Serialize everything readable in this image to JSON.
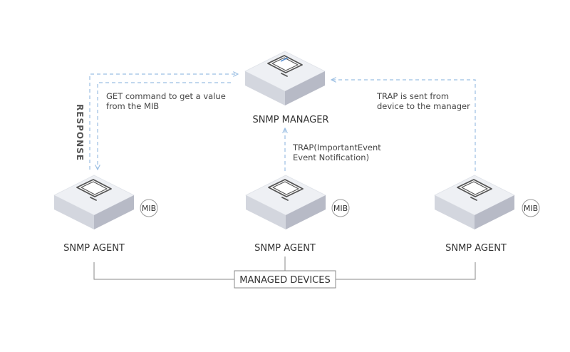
{
  "manager": {
    "label": "SNMP MANAGER"
  },
  "agents": [
    {
      "label": "SNMP AGENT",
      "mib": "MIB"
    },
    {
      "label": "SNMP AGENT",
      "mib": "MIB"
    },
    {
      "label": "SNMP AGENT",
      "mib": "MIB"
    }
  ],
  "annotations": {
    "get_command": [
      "GET command to get a value",
      "from the MIB"
    ],
    "response": "RESPONSE",
    "trap_middle": [
      "TRAP(ImportantEvent",
      "Event Notification)"
    ],
    "trap_right": [
      "TRAP is sent from",
      "device to the manager"
    ]
  },
  "group": {
    "label": "MANAGED DEVICES"
  },
  "colors": {
    "arrow": "#9bbfe3",
    "platform_top": "#eef0f4",
    "platform_left": "#d3d6de",
    "platform_right": "#b7bac6",
    "icon": "#555555"
  }
}
